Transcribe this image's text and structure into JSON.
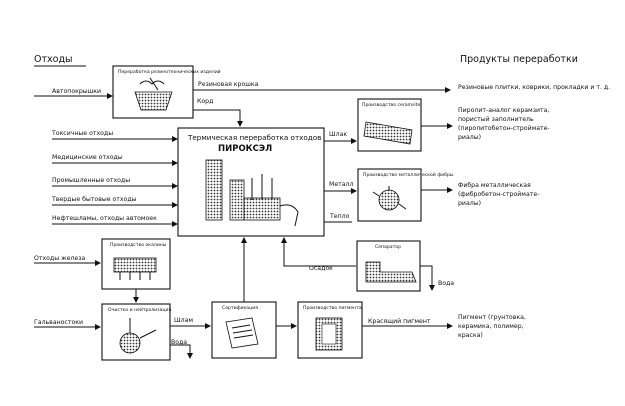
{
  "headers": {
    "waste": "Отходы",
    "products": "Продукты переработки"
  },
  "inputs": [
    "Автопокрышки",
    "Токсичные отходы",
    "Медицинские отходы",
    "Промышленные отходы",
    "Твердые бытовые отходы",
    "Нефтешламы, отходы автомоек",
    "Отходы железа",
    "Гальваностоки"
  ],
  "boxes": {
    "rubber": "Переработка резинотехнических изделий",
    "main_title": "Термическая переработка отходов",
    "main_name": "ПИРОКСЭЛ",
    "ceramsite": "Производство ceramsite",
    "fiber": "Производство металлической фибры",
    "sediment": "Сепаратор",
    "iron": "Производство окалины",
    "cleaning": "Очистка и нейтрализация",
    "certification": "Сертификация",
    "pigment": "Производство пигмента"
  },
  "flows": {
    "rubber_crumb": "Резиновая крошка",
    "cord": "Корд",
    "slag": "Шлак",
    "metal": "Металл",
    "heat": "Тепло",
    "sediment": "Осадок",
    "water1": "Вода",
    "sludge": "Шлам",
    "water2": "Вода",
    "red_pigment": "Красящий пигмент"
  },
  "products": {
    "rubber_tiles": "Резиновые плитки, коврики, прокладки и т. д.",
    "pyrolit": [
      "Пиролит-аналог керамзита,",
      "пористый заполнитель",
      "(пиролитобетон-строймате-",
      "риалы)"
    ],
    "fiber": [
      "Фибра металлическая",
      "(фибробетон-стройматe-",
      "риалы)"
    ],
    "pigment": [
      "Пигмент (грунтовка,",
      "керамика, полимер,",
      "краска)"
    ]
  }
}
